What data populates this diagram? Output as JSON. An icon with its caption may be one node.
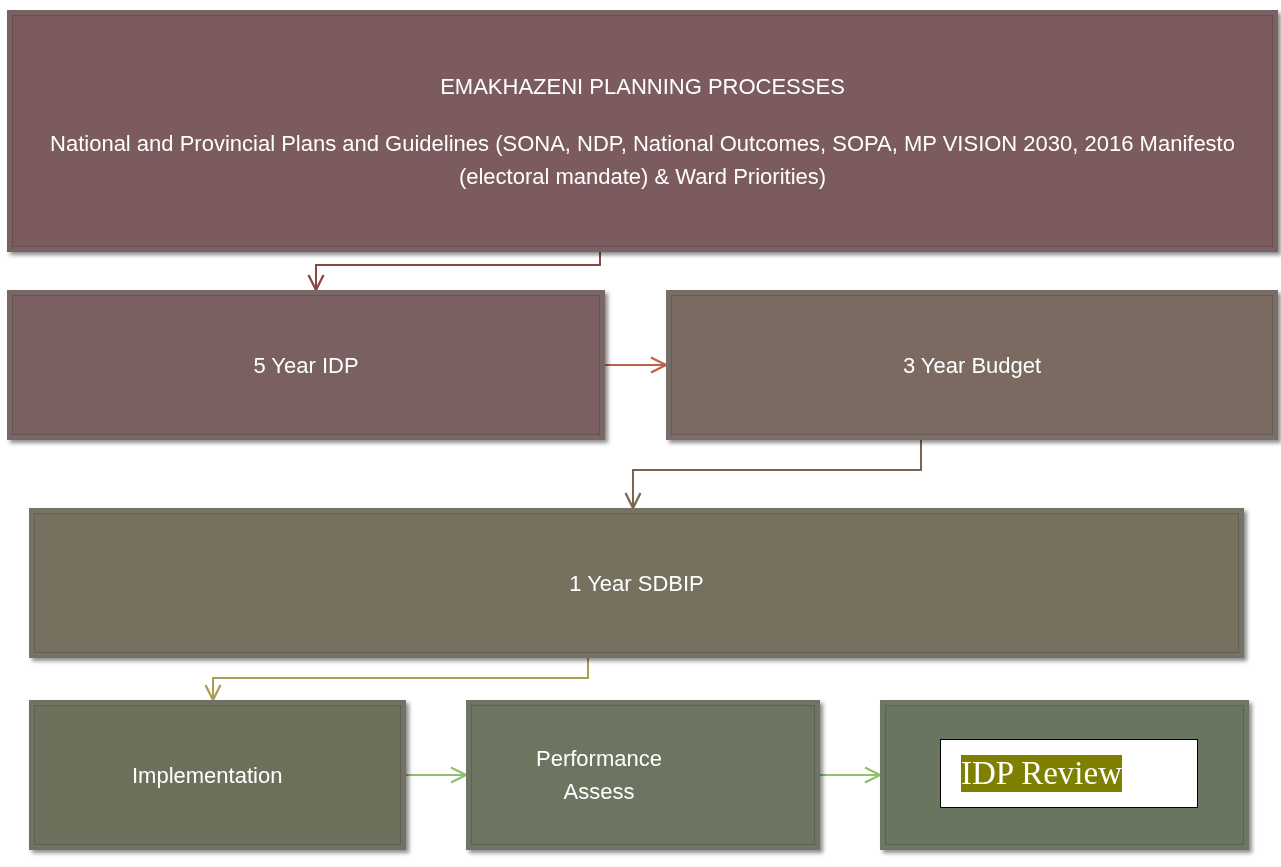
{
  "diagram": {
    "nodes": [
      {
        "text": [
          "EMAKHAZENI PLANNING PROCESSES",
          "National and Provincial Plans and Guidelines (SONA, NDP, National Outcomes, SOPA,  MP VISION 2030, 2016 Manifesto (electoral mandate) & Ward Priorities)"
        ]
      },
      {
        "text": [
          "5 Year IDP"
        ]
      },
      {
        "text": [
          "3 Year Budget"
        ]
      },
      {
        "text": [
          "1 Year SDBIP"
        ]
      },
      {
        "text": [
          "Implementation"
        ]
      },
      {
        "text": [
          "Performance Assess"
        ]
      },
      {
        "text": [],
        "shape": "box"
      },
      {
        "text": [
          "IDP Review"
        ],
        "in": 6
      }
    ],
    "edges": [
      {
        "from": 0,
        "to": 1,
        "arrow": "to",
        "color": "#8b4545"
      },
      {
        "from": 1,
        "to": 2,
        "arrow": "to",
        "color": "#c0604d"
      },
      {
        "from": 2,
        "to": 3,
        "arrow": "to",
        "color": "#7a6650"
      },
      {
        "from": 3,
        "to": 4,
        "arrow": "to",
        "color": "#a8a050"
      },
      {
        "from": 4,
        "to": 5,
        "arrow": "to",
        "color": "#8fbf6f"
      },
      {
        "from": 5,
        "to": 6,
        "arrow": "to",
        "color": "#8fbf6f"
      }
    ]
  }
}
